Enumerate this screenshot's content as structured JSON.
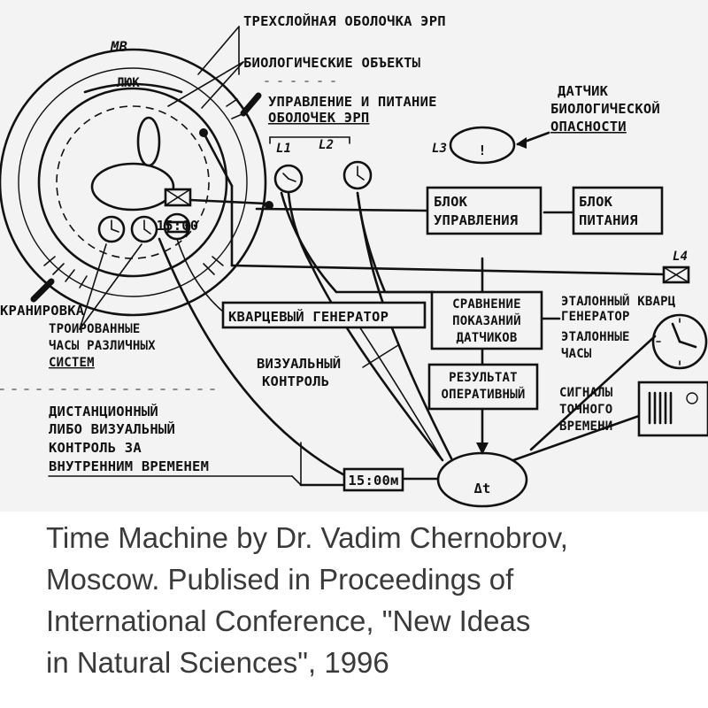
{
  "diagram": {
    "mv_label": "МВ",
    "three_layer_shell": "ТРЕХСЛОЙНАЯ ОБОЛОЧКА ЭРП",
    "biological_objects": "БИОЛОГИЧЕСКИЕ ОБЪЕКТЫ",
    "hatch": "ЛЮК",
    "shell_control_line1": "УПРАВЛЕНИЕ И ПИТАНИЕ",
    "shell_control_line2": "ОБОЛОЧЕК ЭРП",
    "biohazard_sensor_line1": "ДАТЧИК",
    "biohazard_sensor_line2": "БИОЛОГИЧЕСКОЙ",
    "biohazard_sensor_line3": "ОПАСНОСТИ",
    "sensor_l1": "L1",
    "sensor_l2": "L2",
    "sensor_l3": "L3",
    "sensor_l4": "L4",
    "control_unit_line1": "БЛОК",
    "control_unit_line2": "УПРАВЛЕНИЯ",
    "power_unit_line1": "БЛОК",
    "power_unit_line2": "ПИТАНИЯ",
    "shielding": "КРАНИРОВКА",
    "quartz_generator": "КВАРЦЕВЫЙ ГЕНЕРАТОР",
    "comparison_line1": "СРАВНЕНИЕ",
    "comparison_line2": "ПОКАЗАНИЙ",
    "comparison_line3": "ДАТЧИКОВ",
    "reference_quartz_line1": "ЭТАЛОННЫЙ КВАРЦ",
    "reference_quartz_line2": "ГЕНЕРАТОР",
    "triple_clocks_line1": "ТРОИРОВАННЫЕ",
    "triple_clocks_line2": "ЧАСЫ РАЗЛИЧНЫХ",
    "triple_clocks_line3": "СИСТЕМ",
    "reference_clock_line1": "ЭТАЛОННЫЕ",
    "reference_clock_line2": "ЧАСЫ",
    "visual_control_line1": "ВИЗУАЛЬНЫЙ",
    "visual_control_line2": "КОНТРОЛЬ",
    "result_line1": "РЕЗУЛЬТАТ",
    "result_line2": "ОПЕРАТИВНЫЙ",
    "time_signals_line1": "СИГНАЛЫ",
    "time_signals_line2": "ТОЧНОГО",
    "time_signals_line3": "ВРЕМЕНИ",
    "remote_line1": "ДИСТАНЦИОННЫЙ",
    "remote_line2": "ЛИБО ВИЗУАЛЬНЫЙ",
    "remote_line3": "КОНТРОЛЬ ЗА",
    "remote_line4": "ВНУТРЕННИМ ВРЕМЕНЕМ",
    "display_value": "15:00м",
    "small_display": "15:00",
    "delta_t": "Δt",
    "biohazard_mark": "!"
  },
  "caption": {
    "line1": "Time Machine by Dr. Vadim Chernobrov,",
    "line2": "Moscow. Publised in Proceedings of",
    "line3": "International Conference, \"New Ideas",
    "line4": "in Natural Sciences\", 1996"
  }
}
